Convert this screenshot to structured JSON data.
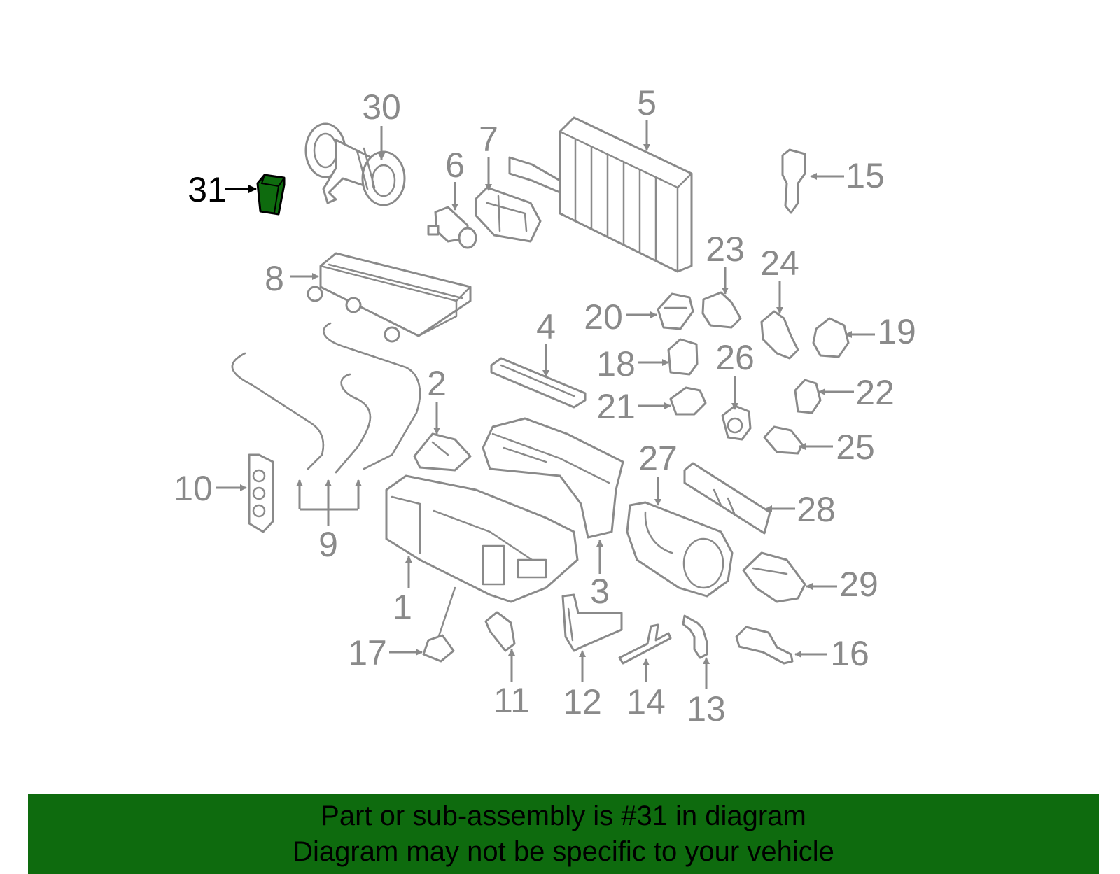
{
  "colors": {
    "line": "#8a8a8a",
    "highlight_fill": "#0e6b0e",
    "highlight_label": "#000000",
    "banner_bg": "#0e6b0e",
    "banner_text": "#000000"
  },
  "highlighted_part": "31",
  "callouts": {
    "c1": "1",
    "c2": "2",
    "c3": "3",
    "c4": "4",
    "c5": "5",
    "c6": "6",
    "c7": "7",
    "c8": "8",
    "c9": "9",
    "c10": "10",
    "c11": "11",
    "c12": "12",
    "c13": "13",
    "c14": "14",
    "c15": "15",
    "c16": "16",
    "c17": "17",
    "c18": "18",
    "c19": "19",
    "c20": "20",
    "c21": "21",
    "c22": "22",
    "c23": "23",
    "c24": "24",
    "c25": "25",
    "c26": "26",
    "c27": "27",
    "c28": "28",
    "c29": "29",
    "c30": "30",
    "c31": "31"
  },
  "banner": {
    "line1": "Part or sub-assembly is #31 in diagram",
    "line2": "Diagram may not be specific to your vehicle"
  }
}
